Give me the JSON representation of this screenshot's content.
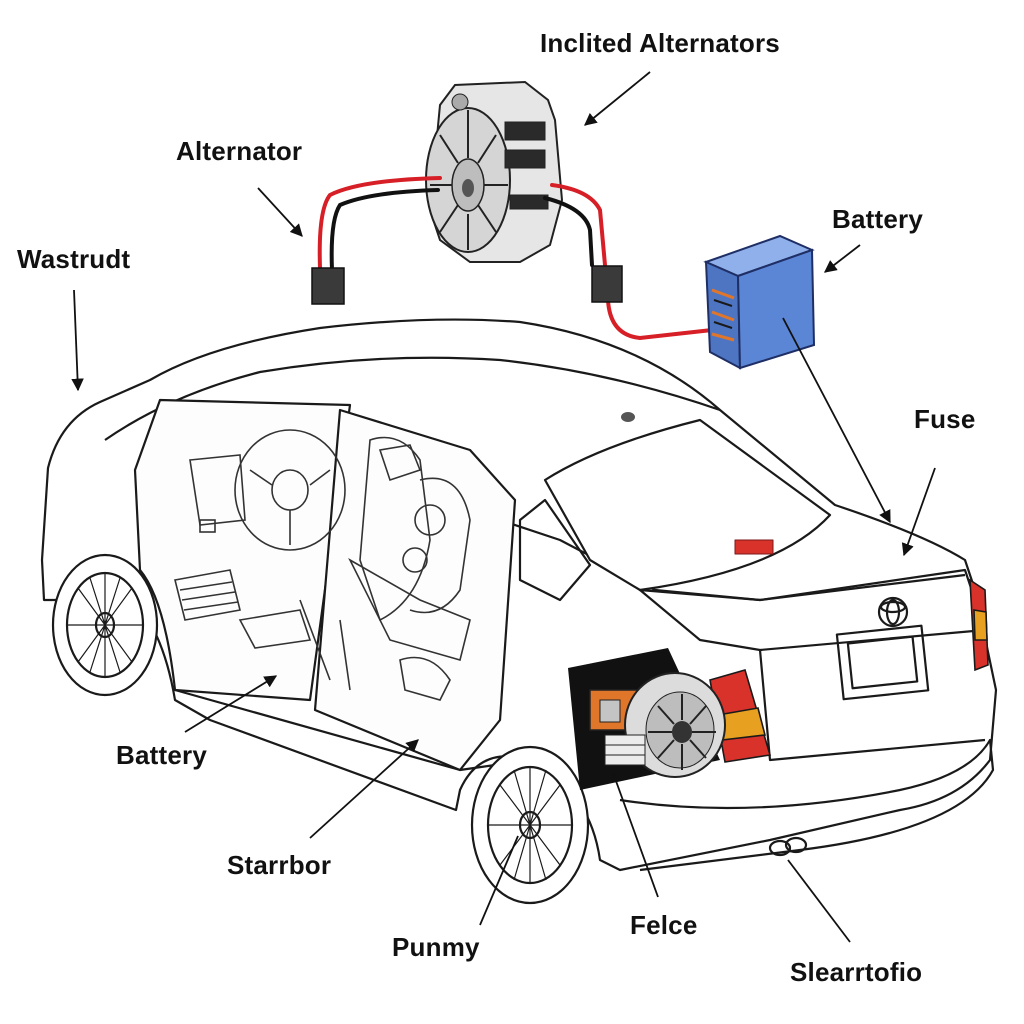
{
  "labels": {
    "inclited_alternators": "Inclited Alternators",
    "alternator": "Alternator",
    "wastrudt": "Wastrudt",
    "battery_top": "Battery",
    "fuse": "Fuse",
    "battery_bottom": "Battery",
    "starrbor": "Starrbor",
    "punmy": "Punmy",
    "felce": "Felce",
    "slearrtofio": "Slearrtofio"
  },
  "colors": {
    "outline": "#1a1a1a",
    "wire_red": "#d61f26",
    "battery_blue": "#5b86d6",
    "engine_orange": "#e0762a",
    "taillight_red": "#d8322a",
    "taillight_amber": "#e8a020"
  },
  "icons": {
    "alternator": "alternator-unit-icon",
    "battery": "battery-box-icon",
    "engine": "rear-engine-unit-icon"
  }
}
